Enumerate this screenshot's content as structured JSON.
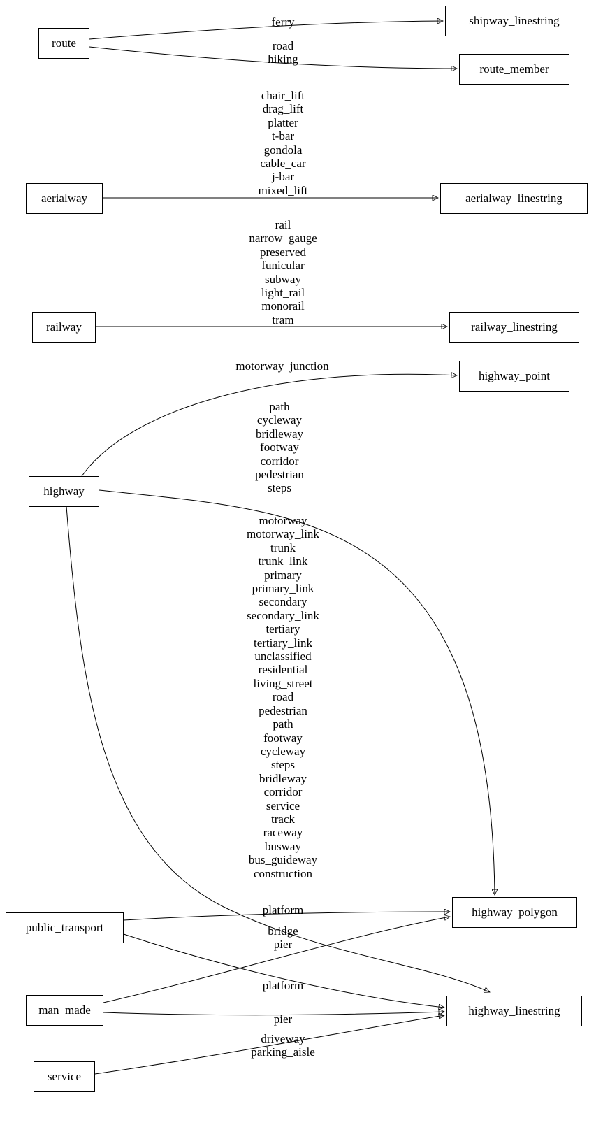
{
  "colors": {
    "stroke": "#000000",
    "background": "#ffffff"
  },
  "nodes": {
    "route": "route",
    "aerialway": "aerialway",
    "railway": "railway",
    "highway": "highway",
    "public_transport": "public_transport",
    "man_made": "man_made",
    "service": "service",
    "shipway_linestring": "shipway_linestring",
    "route_member": "route_member",
    "aerialway_linestring": "aerialway_linestring",
    "railway_linestring": "railway_linestring",
    "highway_point": "highway_point",
    "highway_polygon": "highway_polygon",
    "highway_linestring": "highway_linestring"
  },
  "edges": {
    "route_to_shipway_linestring": {
      "label": "ferry"
    },
    "route_to_route_member": {
      "label": "road\nhiking"
    },
    "aerialway_to_aerialway_linestring": {
      "label": "chair_lift\ndrag_lift\nplatter\nt-bar\ngondola\ncable_car\nj-bar\nmixed_lift"
    },
    "railway_to_railway_linestring": {
      "label": "rail\nnarrow_gauge\npreserved\nfunicular\nsubway\nlight_rail\nmonorail\ntram"
    },
    "highway_to_highway_point": {
      "label": "motorway_junction"
    },
    "highway_to_highway_polygon": {
      "label": "path\ncycleway\nbridleway\nfootway\ncorridor\npedestrian\nsteps"
    },
    "highway_to_highway_linestring": {
      "label": "motorway\nmotorway_link\ntrunk\ntrunk_link\nprimary\nprimary_link\nsecondary\nsecondary_link\ntertiary\ntertiary_link\nunclassified\nresidential\nliving_street\nroad\npedestrian\npath\nfootway\ncycleway\nsteps\nbridleway\ncorridor\nservice\ntrack\nraceway\nbusway\nbus_guideway\nconstruction"
    },
    "public_transport_to_highway_polygon": {
      "label": "platform"
    },
    "man_made_to_highway_polygon": {
      "label": "bridge\npier"
    },
    "public_transport_to_highway_linestring": {
      "label": "platform"
    },
    "man_made_to_highway_linestring": {
      "label": "pier"
    },
    "service_to_highway_linestring": {
      "label": "driveway\nparking_aisle"
    }
  }
}
